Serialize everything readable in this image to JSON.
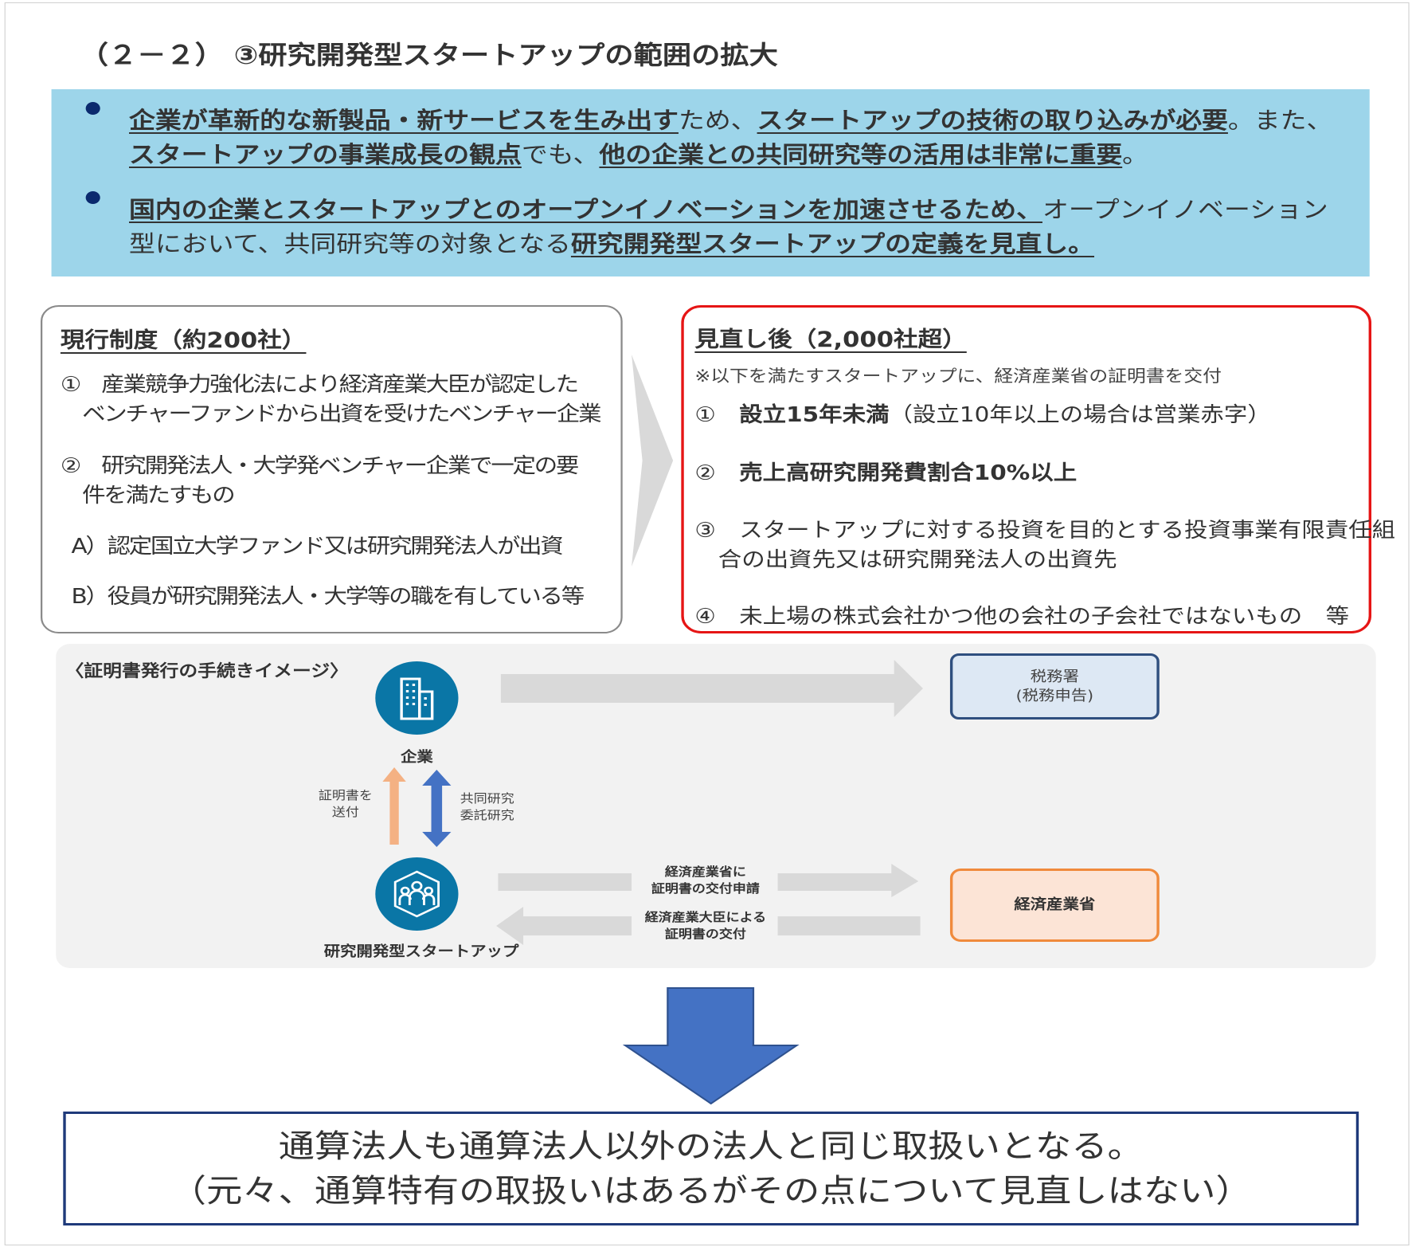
{
  "title": "（２－２） ③研究開発型スタートアップの範囲の拡大",
  "summary": {
    "bullets": [
      {
        "segments": [
          {
            "text": "企業が革新的な新製品・新サービスを生み出す",
            "emph": true
          },
          {
            "text": "ため、",
            "emph": false
          },
          {
            "text": "スタートアップの技術の取り込みが必要",
            "emph": true
          },
          {
            "text": "。また、",
            "emph": false
          },
          {
            "text": "スタートアップの事業成長の観点",
            "emph": true
          },
          {
            "text": "でも、",
            "emph": false
          },
          {
            "text": "他の企業との共同研究等の活用は非常に重要",
            "emph": true
          },
          {
            "text": "。",
            "emph": false
          }
        ]
      },
      {
        "segments": [
          {
            "text": "国内の企業とスタートアップとのオープンイノベーションを加速させるため、",
            "emph": true
          },
          {
            "text": "オープンイノベーション型において、共同研究等の対象となる",
            "emph": false
          },
          {
            "text": "研究開発型スタートアップの定義を見直し。",
            "emph": true
          }
        ]
      }
    ]
  },
  "current": {
    "heading": "現行制度（約200社）",
    "items": [
      {
        "line1": "①　産業競争力強化法により経済産業大臣が認定した",
        "line2": "ベンチャーファンドから出資を受けたベンチャー企業"
      },
      {
        "line1": "②　研究開発法人・大学発ベンチャー企業で一定の要",
        "line2": "件を満たすもの"
      },
      {
        "line1": "A）認定国立大学ファンド又は研究開発法人が出資"
      },
      {
        "line1": "B）役員が研究開発法人・大学等の職を有している等"
      }
    ]
  },
  "revised": {
    "heading": "見直し後（2,000社超）",
    "note": "※以下を満たすスタートアップに、経済産業省の証明書を交付",
    "items": [
      {
        "num": "①",
        "bold": "設立15年未満",
        "rest": "（設立10年以上の場合は営業赤字）"
      },
      {
        "num": "②",
        "bold": "売上高研究開発費割合10%以上",
        "rest": ""
      },
      {
        "num": "③",
        "bold": "",
        "rest": "スタートアップに対する投資を目的とする投資事業有限責任組",
        "line2": "合の出資先又は研究開発法人の出資先"
      },
      {
        "num": "④",
        "bold": "",
        "rest": "未上場の株式会社かつ他の会社の子会社ではないもの　等"
      }
    ]
  },
  "process": {
    "heading": "〈証明書発行の手続きイメージ〉",
    "company": "企業",
    "startup": "研究開発型スタートアップ",
    "send_cert": [
      "証明書を",
      "送付"
    ],
    "joint_research": [
      "共同研究",
      "委託研究"
    ],
    "apply": [
      "経済産業省に",
      "証明書の交付申請"
    ],
    "issue": [
      "経済産業大臣による",
      "証明書の交付"
    ],
    "tax_office": [
      "税務署",
      "(税務申告)"
    ],
    "meti": "経済産業省"
  },
  "conclusion": {
    "line1": "通算法人も通算法人以外の法人と同じ取扱いとなる。",
    "line2": "（元々、通算特有の取扱いはあるがその点について見直しはない）"
  },
  "colors": {
    "summary_bg": "#9dd5ea",
    "revised_border": "#e61515",
    "icon_circle": "#0a76a6",
    "send_arrow": "#f4b183",
    "research_arrow": "#4472c4",
    "meti_border": "#f08a3c",
    "tax_border": "#2f4f7f",
    "down_arrow": "#4472c4"
  }
}
